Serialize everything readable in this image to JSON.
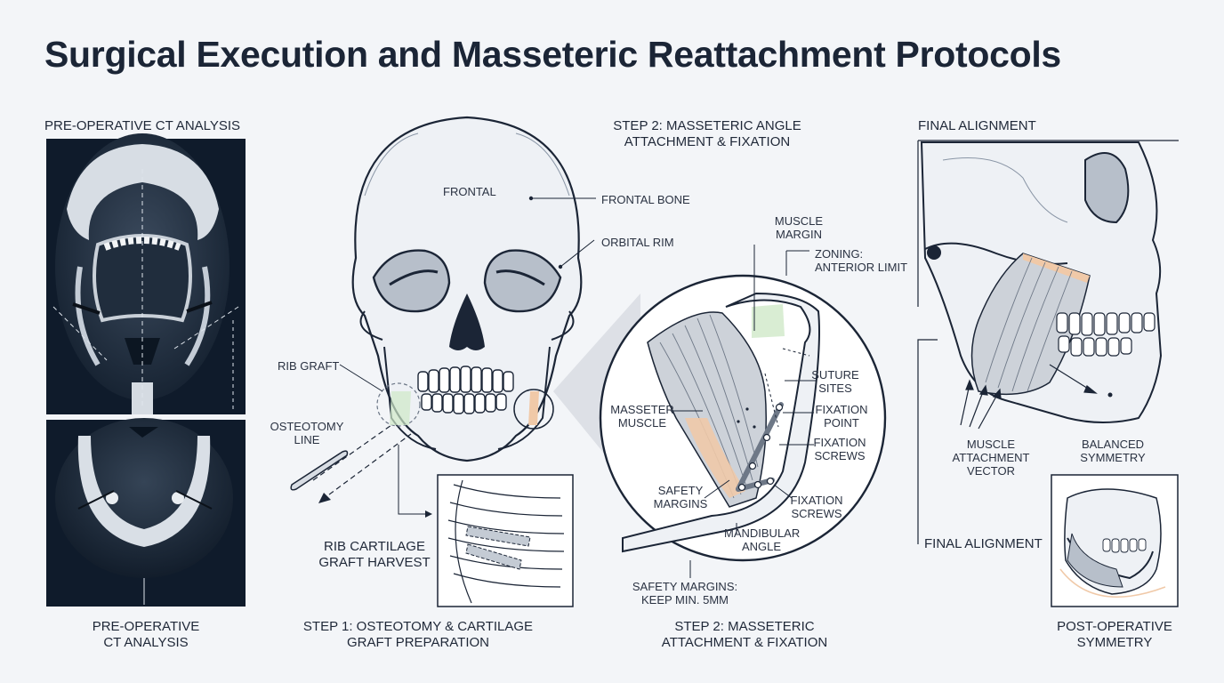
{
  "title": "Surgical Execution and Masseteric Reattachment Protocols",
  "ct_panel": {
    "header": "PRE-OPERATIVE CT ANALYSIS",
    "caption": "PRE-OPERATIVE\nCT ANALYSIS"
  },
  "step1": {
    "labels": {
      "frontal": "FRONTAL",
      "frontal_bone": "FRONTAL BONE",
      "orbital_rim": "ORBITAL RIM",
      "rib_graft": "RIB GRAFT",
      "osteotomy_line": "OSTEOTOMY\nLINE",
      "rib_cartilage": "RIB CARTILAGE\nGRAFT HARVEST"
    },
    "caption": "STEP 1: OSTEOTOMY & CARTILAGE\nGRAFT PREPARATION"
  },
  "step2": {
    "header": "STEP 2: MASSETERIC ANGLE\nATTACHMENT & FIXATION",
    "labels": {
      "muscle_margin": "MUSCLE\nMARGIN",
      "zoning": "ZONING:\nANTERIOR LIMIT",
      "suture_sites": "SUTURE\nSITES",
      "fixation_point": "FIXATION\nPOINT",
      "fixation_screws_1": "FIXATION\nSCREWS",
      "fixation_screws_2": "FIXATION\nSCREWS",
      "masseter_muscle": "MASSETER\nMUSCLE",
      "safety_margins": "SAFETY\nMARGINS",
      "mandibular_angle": "MANDIBULAR\nANGLE",
      "safety_note": "SAFETY MARGINS:\nKEEP MIN. 5mm"
    },
    "caption": "STEP 2: MASSETERIC\nATTACHMENT & FIXATION"
  },
  "final": {
    "header": "FINAL ALIGNMENT",
    "labels": {
      "muscle_vector": "MUSCLE\nATTACHMENT\nVECTOR",
      "balanced": "BALANCED\nSYMMETRY",
      "final_alignment": "FINAL ALIGNMENT"
    },
    "caption": "POST-OPERATIVE\nSYMMETRY"
  },
  "colors": {
    "ink": "#1b2536",
    "ct_background": "#0f1b2b",
    "bone_fill": "#eef1f5",
    "graft_accent": "#f0c9a8",
    "safety_green": "#cfe8c8"
  }
}
